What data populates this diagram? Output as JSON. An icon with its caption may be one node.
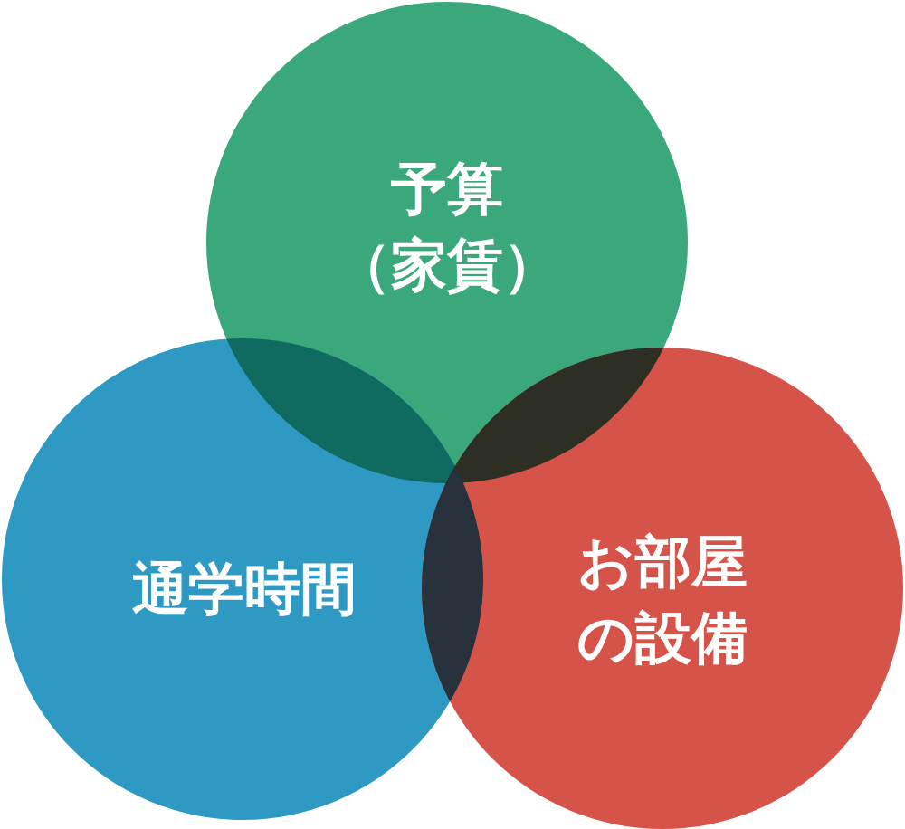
{
  "diagram": {
    "nodes": [
      {
        "text": [
          "予算（家賃）"
        ]
      },
      {
        "text": [
          "通学時間"
        ]
      },
      {
        "text": [
          "お部屋の設備"
        ]
      }
    ]
  }
}
